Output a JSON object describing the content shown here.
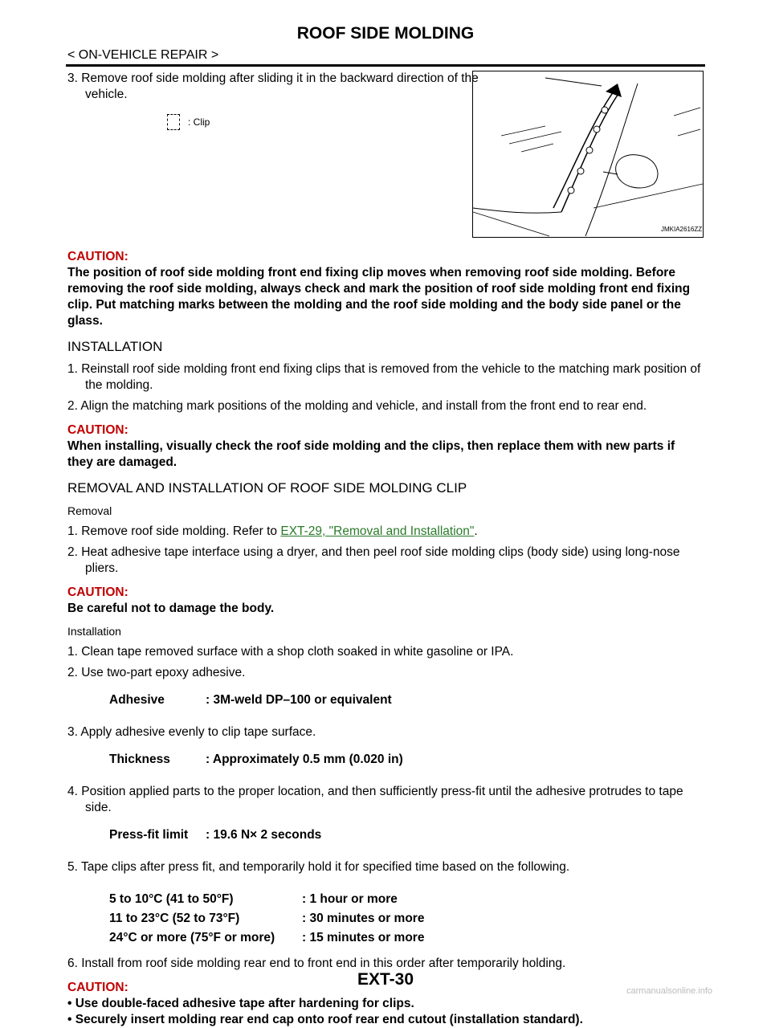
{
  "header": {
    "title": "ROOF SIDE MOLDING",
    "breadcrumb": "< ON-VEHICLE REPAIR >"
  },
  "top_step": "3. Remove roof side molding after sliding it in the backward direction of the vehicle.",
  "figure": {
    "legend": ": Clip",
    "code": "JMKIA2616ZZ"
  },
  "caution1": {
    "heading": "CAUTION:",
    "text": "The position of roof side molding front end fixing clip moves when removing roof side molding. Before removing the roof side molding, always check and mark the position of roof side molding front end fixing clip. Put matching marks between the molding and the roof side molding and the body side panel or the glass."
  },
  "installation": {
    "heading": "INSTALLATION",
    "steps": [
      "1. Reinstall roof side molding front end fixing clips that is removed from the vehicle to the matching mark position of the molding.",
      "2. Align the matching mark positions of the molding and vehicle, and install from the front end to rear end."
    ],
    "caution_heading": "CAUTION:",
    "caution_text": "When installing, visually check the roof side molding and the clips, then replace them with new parts if they are damaged."
  },
  "clip_section": {
    "heading": "REMOVAL AND INSTALLATION OF ROOF SIDE MOLDING CLIP",
    "removal": {
      "heading": "Removal",
      "step1_prefix": "1. Remove roof side molding. Refer to ",
      "step1_link": "EXT-29, \"Removal and Installation\"",
      "step1_suffix": ".",
      "step2": "2. Heat adhesive tape interface using a dryer, and then peel roof side molding clips (body side) using long-nose pliers.",
      "caution_heading": "CAUTION:",
      "caution_text": "Be careful not to damage the body."
    },
    "install": {
      "heading": "Installation",
      "step1": "1. Clean tape removed surface with a shop cloth soaked in white gasoline or IPA.",
      "step2": "2. Use two-part epoxy adhesive.",
      "adhesive_label": "Adhesive",
      "adhesive_value": ": 3M-weld DP–100 or equivalent",
      "step3": "3. Apply adhesive evenly to clip tape surface.",
      "thickness_label": "Thickness",
      "thickness_value": ": Approximately 0.5 mm (0.020 in)",
      "step4": "4. Position applied parts to the proper location, and then sufficiently press-fit until the adhesive protrudes to tape side.",
      "press_label": "Press-fit limit",
      "press_value": ": 19.6 N× 2 seconds",
      "step5": "5. Tape clips after press fit, and temporarily hold it for specified time based on the following.",
      "temps": [
        {
          "range": "5 to 10°C (41 to 50°F)",
          "time": ": 1 hour or more"
        },
        {
          "range": "11 to 23°C (52 to 73°F)",
          "time": ": 30 minutes or more"
        },
        {
          "range": "24°C or more (75°F or more)",
          "time": ": 15 minutes or more"
        }
      ],
      "step6": "6. Install from roof side molding rear end to front end in this order after temporarily holding.",
      "caution_heading": "CAUTION:",
      "bullets": [
        "• Use double-faced adhesive tape after hardening for clips.",
        "• Securely insert molding rear end cap onto roof rear end cutout (installation standard)."
      ]
    }
  },
  "footer": {
    "page": "EXT-30",
    "watermark": "carmanualsonline.info"
  },
  "colors": {
    "caution": "#c00000",
    "link": "#2a7a2a"
  }
}
